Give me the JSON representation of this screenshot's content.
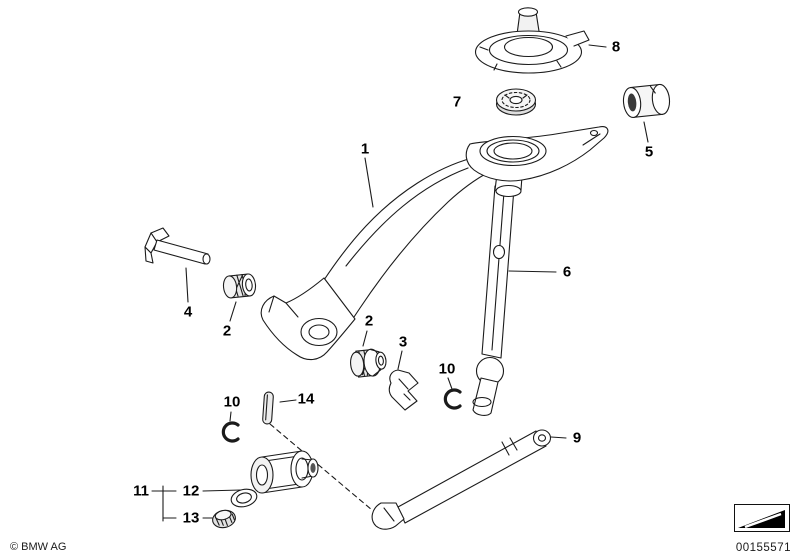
{
  "window": {
    "background": "#ffffff"
  },
  "diagram": {
    "line_color": "#1b1b1b",
    "callouts": [
      {
        "ref": "1"
      },
      {
        "ref": "2"
      },
      {
        "ref": "2"
      },
      {
        "ref": "3"
      },
      {
        "ref": "4"
      },
      {
        "ref": "5"
      },
      {
        "ref": "6"
      },
      {
        "ref": "7"
      },
      {
        "ref": "8"
      },
      {
        "ref": "9"
      },
      {
        "ref": "10"
      },
      {
        "ref": "10"
      },
      {
        "ref": "11"
      },
      {
        "ref": "12"
      },
      {
        "ref": "13"
      },
      {
        "ref": "14"
      }
    ]
  },
  "footer": {
    "copyright": "© BMW AG",
    "part_number": "00155571",
    "icon": "page-corner-icon"
  }
}
